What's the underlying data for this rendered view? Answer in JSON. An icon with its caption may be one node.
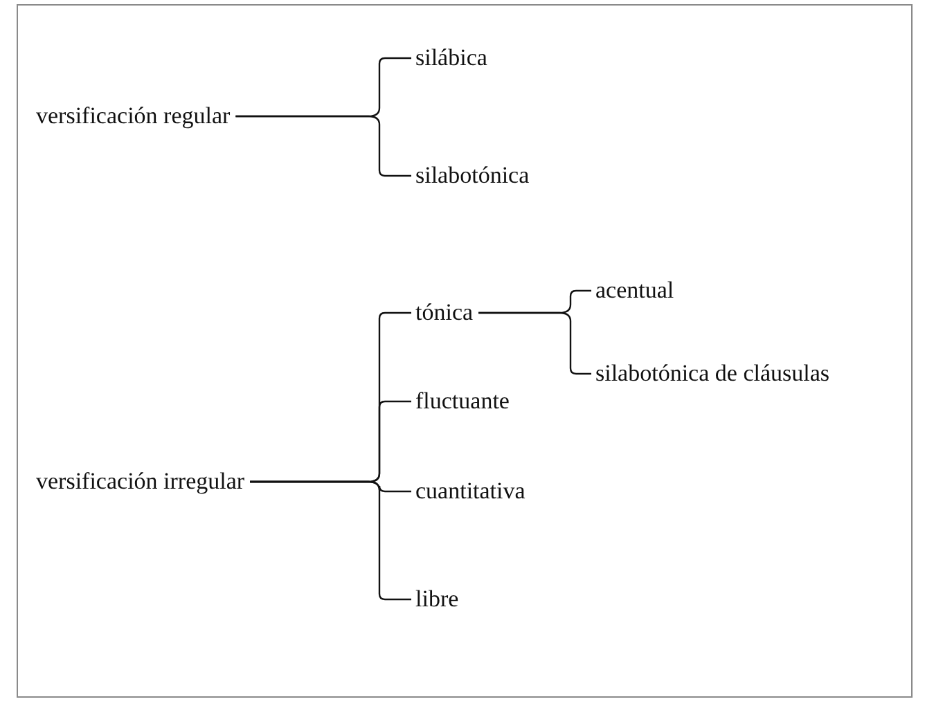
{
  "diagram": {
    "nodes": [
      {
        "text": [
          "versificación regular"
        ]
      },
      {
        "text": [
          "silábica"
        ]
      },
      {
        "text": [
          "silabotónica"
        ]
      },
      {
        "text": [
          "versificación irregular"
        ]
      },
      {
        "text": [
          "tónica"
        ]
      },
      {
        "text": [
          "fluctuante"
        ]
      },
      {
        "text": [
          "cuantitativa"
        ]
      },
      {
        "text": [
          "libre"
        ]
      },
      {
        "text": [
          "acentual"
        ]
      },
      {
        "text": [
          "silabotónica de cláusulas"
        ]
      }
    ],
    "edges": [
      {
        "from": 0,
        "to": 1,
        "arrow": "none"
      },
      {
        "from": 0,
        "to": 2,
        "arrow": "none"
      },
      {
        "from": 3,
        "to": 4,
        "arrow": "none"
      },
      {
        "from": 3,
        "to": 5,
        "arrow": "none"
      },
      {
        "from": 3,
        "to": 6,
        "arrow": "none"
      },
      {
        "from": 3,
        "to": 7,
        "arrow": "none"
      },
      {
        "from": 4,
        "to": 8,
        "arrow": "none"
      },
      {
        "from": 4,
        "to": 9,
        "arrow": "none"
      }
    ]
  }
}
